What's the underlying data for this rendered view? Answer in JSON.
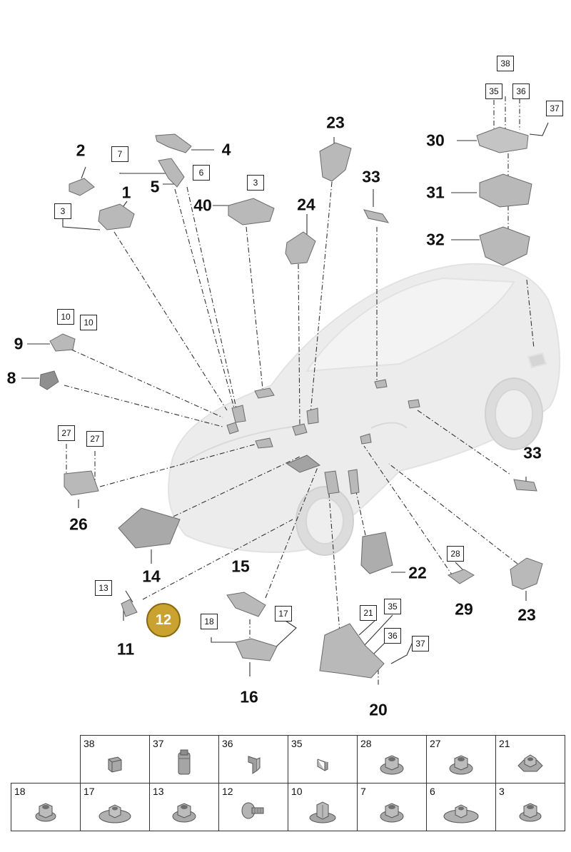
{
  "callouts": {
    "c1": "1",
    "c2": "2",
    "c4": "4",
    "c5": "5",
    "c8": "8",
    "c9": "9",
    "c11": "11",
    "c14": "14",
    "c15": "15",
    "c16": "16",
    "c20": "20",
    "c22": "22",
    "c23a": "23",
    "c23b": "23",
    "c24": "24",
    "c26": "26",
    "c29": "29",
    "c30": "30",
    "c31": "31",
    "c32": "32",
    "c33a": "33",
    "c33b": "33",
    "c40": "40"
  },
  "highlighted_callout": "12",
  "box_refs": {
    "b3a": "3",
    "b3b": "3",
    "b6": "6",
    "b7": "7",
    "b10a": "10",
    "b10b": "10",
    "b13": "13",
    "b17": "17",
    "b18": "18",
    "b21": "21",
    "b27a": "27",
    "b27b": "27",
    "b28": "28",
    "b35a": "35",
    "b35b": "35",
    "b36a": "36",
    "b36b": "36",
    "b37a": "37",
    "b37b": "37",
    "b38": "38"
  },
  "hardware_table": {
    "row1": [
      {
        "num": "38",
        "icon": "cube-clip-icon"
      },
      {
        "num": "37",
        "icon": "plug-clip-icon"
      },
      {
        "num": "36",
        "icon": "spring-clip-icon"
      },
      {
        "num": "35",
        "icon": "flat-clip-icon"
      },
      {
        "num": "28",
        "icon": "flange-nut-icon"
      },
      {
        "num": "27",
        "icon": "flange-nut-icon"
      },
      {
        "num": "21",
        "icon": "hex-nut-icon"
      }
    ],
    "row2": [
      {
        "num": "18",
        "icon": "hex-nut-icon"
      },
      {
        "num": "17",
        "icon": "washer-nut-icon"
      },
      {
        "num": "13",
        "icon": "flange-nut-icon"
      },
      {
        "num": "12",
        "icon": "screw-icon"
      },
      {
        "num": "10",
        "icon": "cage-nut-icon"
      },
      {
        "num": "7",
        "icon": "flange-nut-icon"
      },
      {
        "num": "6",
        "icon": "washer-nut-icon"
      },
      {
        "num": "3",
        "icon": "hex-nut-icon"
      }
    ]
  }
}
